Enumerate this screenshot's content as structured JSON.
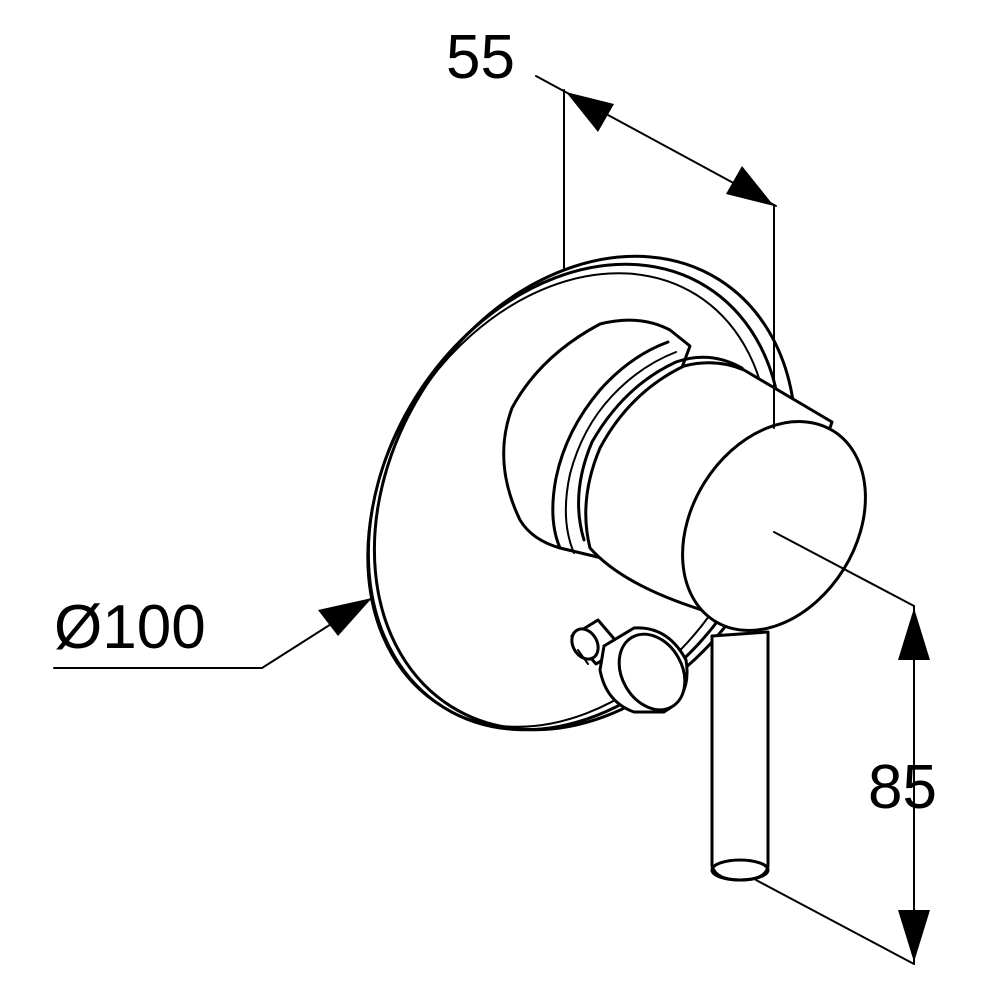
{
  "dimensions": {
    "depth": "55",
    "diameter": "Ø100",
    "lever_height": "85"
  },
  "colors": {
    "line": "#000000",
    "background": "#ffffff"
  }
}
